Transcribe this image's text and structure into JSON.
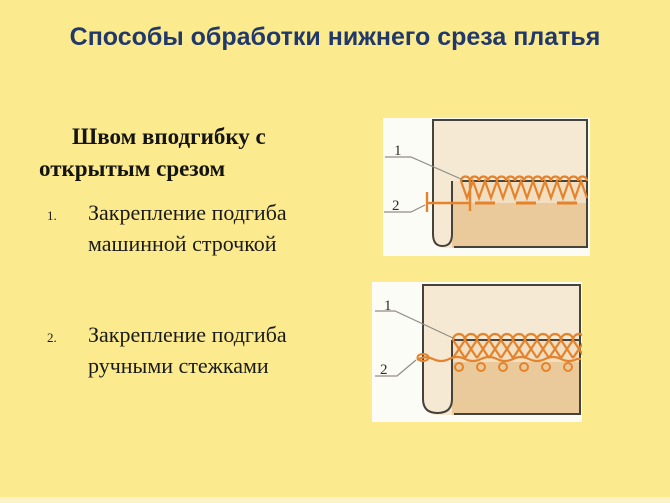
{
  "slide": {
    "title": "Способы обработки нижнего среза платья",
    "subtitle": "Швом вподгибку с открытым срезом",
    "list": [
      {
        "number": "1.",
        "text": "Закрепление подгиба машинной строчкой"
      },
      {
        "number": "2.",
        "text": "Закрепление подгиба ручными стежками"
      }
    ],
    "diagrams": [
      {
        "id": "hem-machine-stitch",
        "callout1": "1",
        "callout2": "2"
      },
      {
        "id": "hem-hand-stitch",
        "callout1": "1",
        "callout2": "2"
      }
    ],
    "colors": {
      "background": "#FBEA8E",
      "title_text": "#21386B",
      "body_text": "#1A1A1A",
      "panel": "#FCFCF7",
      "fabric_light": "#F6E9D3",
      "fabric_mid": "#F2DFC2",
      "fabric_dark": "#EACA9B",
      "stitch_orange": "#E5832C",
      "outline": "#45423B",
      "leader_gray": "#8F8D84"
    }
  }
}
